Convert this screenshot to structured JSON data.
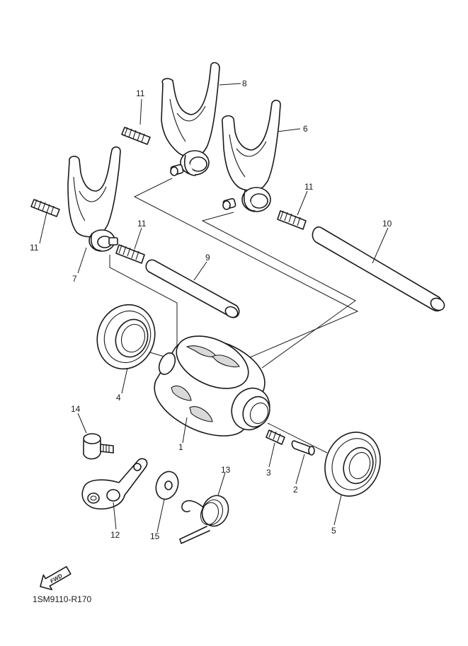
{
  "callouts": {
    "shift_drum": "1",
    "pin": "2",
    "spring_3": "3",
    "bearing_4": "4",
    "bearing_5": "5",
    "shift_fork_6": "6",
    "shift_fork_7": "7",
    "shift_fork_8": "8",
    "fork_shaft_9": "9",
    "fork_shaft_10": "10",
    "spring_11_a": "11",
    "spring_11_b": "11",
    "spring_11_c": "11",
    "spring_11_d": "11",
    "segment": "12",
    "torsion_spring": "13",
    "bolt": "14",
    "washer": "15"
  },
  "fwd_label": "FWD",
  "ref_code": "1SM9110-R170"
}
